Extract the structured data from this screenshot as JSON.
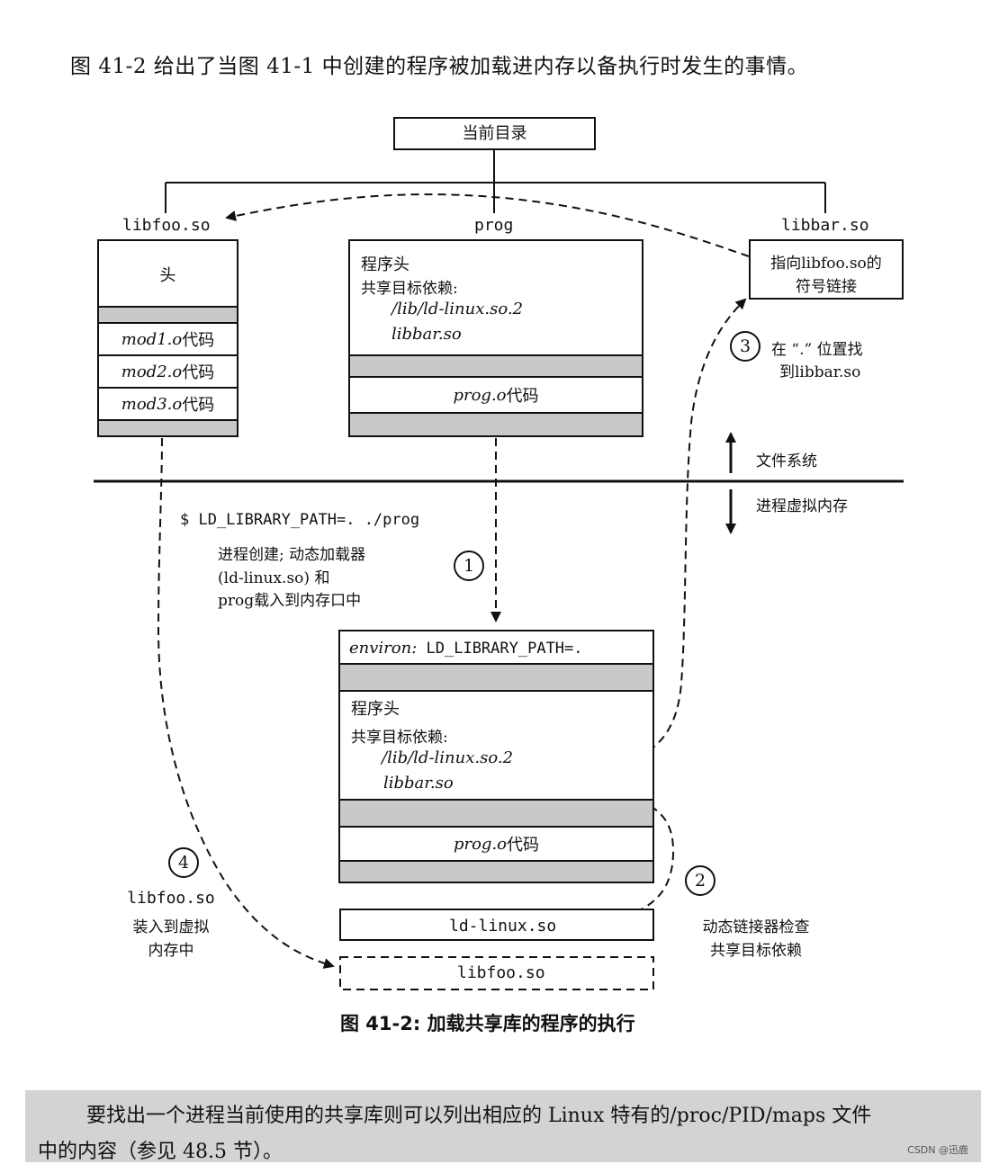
{
  "intro_text": "图 41-2 给出了当图 41-1 中创建的程序被加载进内存以备执行时发生的事情。",
  "diagram": {
    "current_dir": "当前目录",
    "file_libfoo_label": "libfoo.so",
    "file_prog_label": "prog",
    "file_libbar_label": "libbar.so",
    "libfoo_box": {
      "head": "头",
      "rows": [
        {
          "name": "mod1.o",
          "suffix": " 代码"
        },
        {
          "name": "mod2.o",
          "suffix": " 代码"
        },
        {
          "name": "mod3.o",
          "suffix": " 代码"
        }
      ]
    },
    "prog_box": {
      "header": "程序头",
      "deps_label": "共享目标依赖:",
      "dep1": "/lib/ld-linux.so.2",
      "dep2": "libbar.so",
      "code_name": "prog.o",
      "code_suffix": " 代码"
    },
    "libbar_box": {
      "line1": "指向libfoo.so的",
      "line2": "符号链接"
    },
    "step3": {
      "num": "3",
      "line1": "在 “.” 位置找",
      "line2": "到libbar.so"
    },
    "filesystem_label": "文件系统",
    "vm_label": "进程虚拟内存",
    "command": "$ LD_LIBRARY_PATH=. ./prog",
    "step1_text": {
      "line1": "进程创建; 动态加载器",
      "line2": "(ld-linux.so) 和",
      "line3": "prog载入到内存口中"
    },
    "step1_num": "1",
    "mem_box": {
      "environ_label": "environ:",
      "environ_value": " LD_LIBRARY_PATH=.",
      "header": "程序头",
      "deps_label": "共享目标依赖:",
      "dep1": "/lib/ld-linux.so.2",
      "dep2": "libbar.so",
      "code_name": "prog.o",
      "code_suffix": " 代码"
    },
    "ld_box_label": "ld-linux.so",
    "libfoo_mem_label": "libfoo.so",
    "step2": {
      "num": "2",
      "line1": "动态链接器检查",
      "line2": "共享目标依赖"
    },
    "step4": {
      "num": "4",
      "line1": "libfoo.so",
      "line2": "装入到虚拟",
      "line3": "内存中"
    }
  },
  "caption": "图 41-2: 加载共享库的程序的执行",
  "note": {
    "line1": "要找出一个进程当前使用的共享库则可以列出相应的 Linux 特有的/proc/PID/maps 文件",
    "line2": "中的内容（参见 48.5 节）。"
  },
  "watermark": "CSDN @迅鹿"
}
